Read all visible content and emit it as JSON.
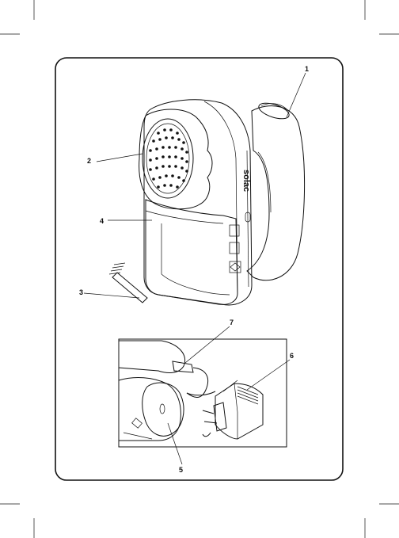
{
  "figure": {
    "callouts": [
      {
        "id": "1",
        "label": "1"
      },
      {
        "id": "2",
        "label": "2"
      },
      {
        "id": "3",
        "label": "3"
      },
      {
        "id": "4",
        "label": "4"
      },
      {
        "id": "5",
        "label": "5"
      },
      {
        "id": "6",
        "label": "6"
      },
      {
        "id": "7",
        "label": "7"
      }
    ],
    "brand_text": "solac"
  }
}
